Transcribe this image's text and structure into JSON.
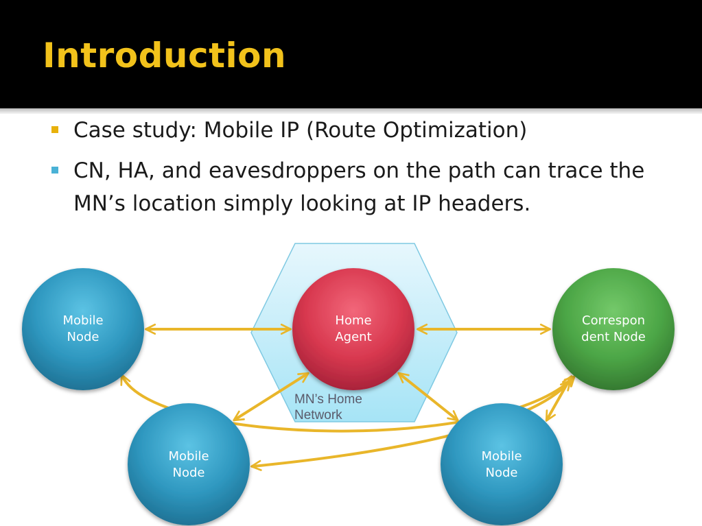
{
  "slide": {
    "title": "Introduction",
    "bullets": [
      "Case study: Mobile IP (Route Optimization)",
      "CN, HA, and eavesdroppers on the path can trace the MN’s location simply looking at IP headers."
    ]
  },
  "diagram": {
    "network_label_line1": "MN’s Home",
    "network_label_line2": "Network",
    "nodes": {
      "mn_top": [
        "Mobile",
        "Node"
      ],
      "home_agent": [
        "Home",
        "Agent"
      ],
      "correspondent": [
        "Correspon",
        "dent Node"
      ],
      "mn_bottom_left": [
        "Mobile",
        "Node"
      ],
      "mn_bottom_right": [
        "Mobile",
        "Node"
      ]
    }
  },
  "colors": {
    "title": "#f2c21b",
    "bullet_primary": "#e8b10b",
    "bullet_secondary": "#4ab2d6",
    "mobile_node": "#2e94bb",
    "home_agent": "#d8384f",
    "correspondent": "#4ca646",
    "arrow": "#e9b62a",
    "hexagon": "#aee6f7"
  }
}
